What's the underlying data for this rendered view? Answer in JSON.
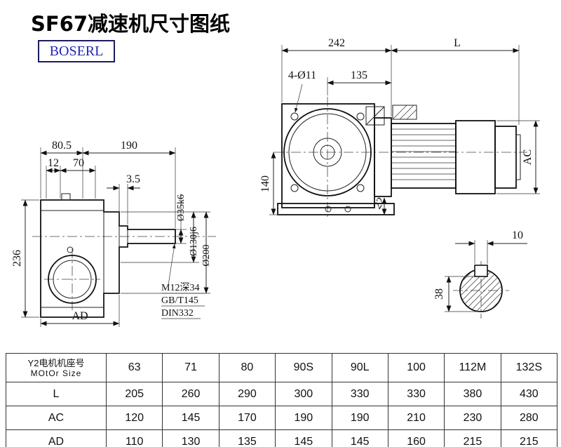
{
  "title": "SF67减速机尺寸图纸",
  "logo_text": "BOSERL",
  "front_view": {
    "dim_242": "242",
    "dim_L": "L",
    "dim_holes": "4-Ø11",
    "dim_135": "135",
    "dim_140": "140",
    "dim_22": "22",
    "dim_AC": "AC"
  },
  "side_view": {
    "dim_80_5": "80.5",
    "dim_190": "190",
    "dim_12": "12",
    "dim_70": "70",
    "dim_3_5": "3.5",
    "dim_236": "236",
    "dim_AD": "AD",
    "dia_shaft": "Ø35k6",
    "dia_spigot": "Ø130j6",
    "dia_flange": "Ø200",
    "note_thread": "M12深34",
    "note_std1": "GB/T145",
    "note_std2": "DIN332"
  },
  "shaft_view": {
    "dim_10": "10",
    "dim_38": "38"
  },
  "table": {
    "header_cn": "Y2电机机座号",
    "header_en": "MOtOr Size",
    "sizes": [
      "63",
      "71",
      "80",
      "90S",
      "90L",
      "100",
      "112M",
      "132S"
    ],
    "rows": [
      {
        "label": "L",
        "values": [
          "205",
          "260",
          "290",
          "300",
          "330",
          "330",
          "380",
          "430"
        ]
      },
      {
        "label": "AC",
        "values": [
          "120",
          "145",
          "170",
          "190",
          "190",
          "210",
          "230",
          "280"
        ]
      },
      {
        "label": "AD",
        "values": [
          "110",
          "130",
          "135",
          "145",
          "145",
          "160",
          "215",
          "215"
        ]
      }
    ]
  }
}
